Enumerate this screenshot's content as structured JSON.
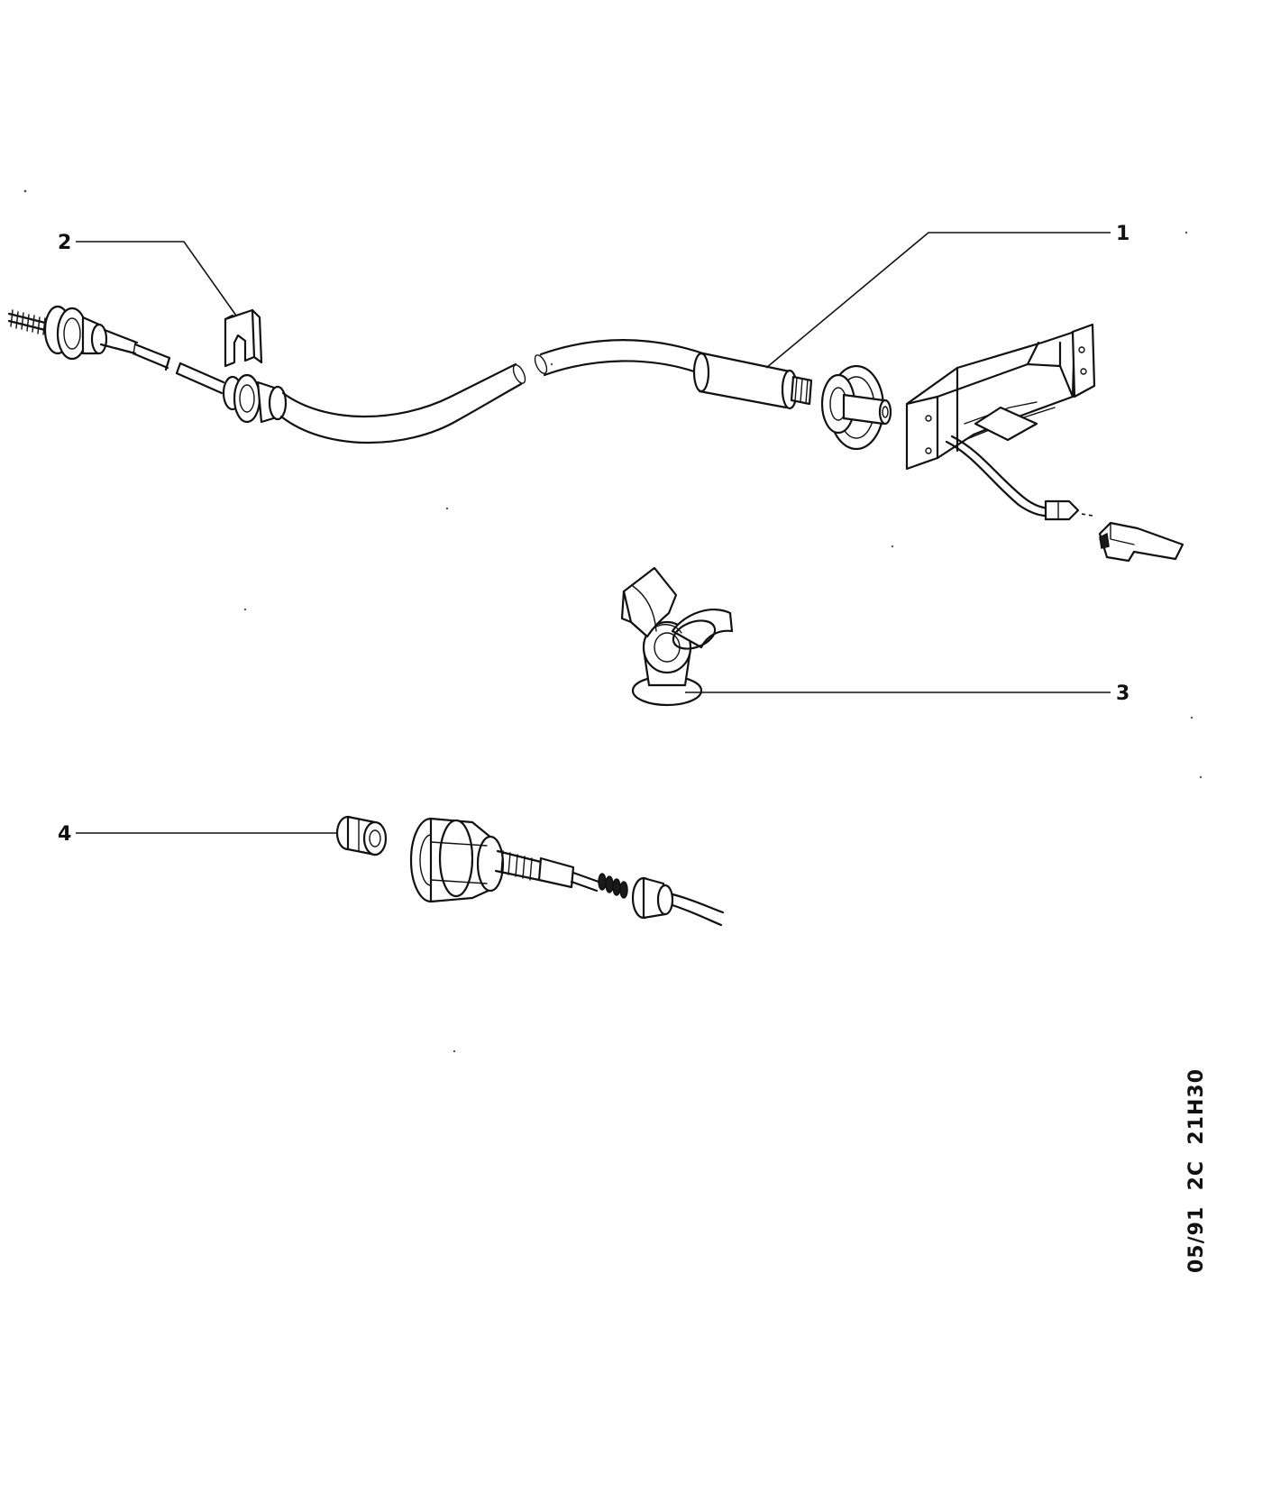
{
  "diagram": {
    "callouts": [
      {
        "id": "1",
        "label": "1"
      },
      {
        "id": "2",
        "label": "2"
      },
      {
        "id": "3",
        "label": "3"
      },
      {
        "id": "4",
        "label": "4"
      }
    ],
    "reference_code": "05/91  2C  21H30",
    "colors": {
      "ink": "#111111",
      "paper": "#ffffff"
    }
  }
}
